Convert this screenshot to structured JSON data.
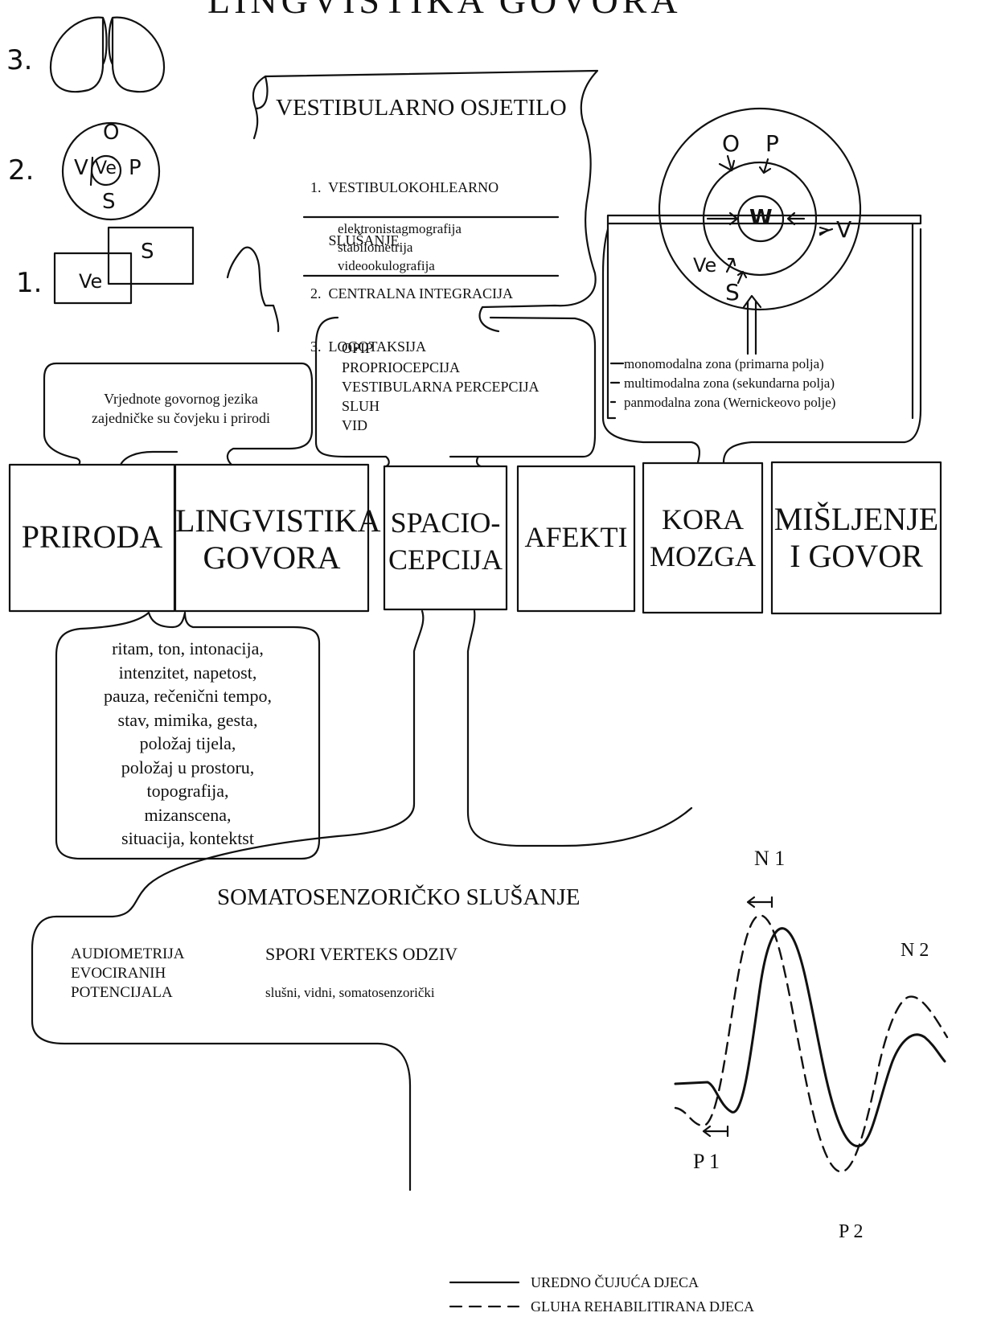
{
  "page_title_partial": "LINGVISTIKA GOVORA",
  "inset": {
    "label_3": "3.",
    "label_2": "2.",
    "label_1": "1.",
    "circle_top": "O",
    "circle_left": "V",
    "circle_center": "Ve",
    "circle_right": "P",
    "circle_bottom": "S",
    "box_ve": "Ve",
    "box_s": "S"
  },
  "vestibular": {
    "title": "VESTIBULARNO OSJETILO",
    "items": [
      "1.  VESTIBULOKOHLEARNO",
      "     SLUŠANJE",
      "2.  CENTRALNA INTEGRACIJA",
      "3.  LOGOTAKSIJA"
    ],
    "methods": [
      "elektronistagmografija",
      "stabilometrija",
      "videookulografija"
    ]
  },
  "perception_list": [
    "OPIP",
    "PROPRIOCEPCIJA",
    "VESTIBULARNA PERCEPCIJA",
    "SLUH",
    "VID"
  ],
  "values_note": [
    "Vrjednote govornog jezika",
    "zajedničke su čovjeku i prirodi"
  ],
  "cortex_diagram": {
    "outer_top_left": "O",
    "outer_top_right": "P",
    "center": "W",
    "right": "V",
    "left": "Ve",
    "bottom": "S",
    "zones": [
      "monomodalna zona (primarna polja)",
      "multimodalna zona  (sekundarna polja)",
      "panmodalna zona (Wernickeovo polje)"
    ]
  },
  "boxes": [
    {
      "label": "PRIRODA"
    },
    {
      "label": "LINGVISTIKA\nGOVORA"
    },
    {
      "label": "SPACIO-\nCEPCIJA"
    },
    {
      "label": "AFEKTI"
    },
    {
      "label": "KORA\nMOZGA"
    },
    {
      "label": "MIŠLJENJE\nI GOVOR"
    }
  ],
  "speech_values": [
    "ritam, ton, intonacija,",
    "intenzitet, napetost,",
    "pauza, rečenični tempo,",
    "stav, mimika, gesta,",
    "položaj tijela,",
    "položaj u prostoru,",
    "topografija,",
    "mizanscena,",
    "situacija,  kontektst"
  ],
  "somato": {
    "title": "SOMATOSENZORIČKO SLUŠANJE",
    "left": [
      "AUDIOMETRIJA",
      "EVOCIRANIH",
      "POTENCIJALA"
    ],
    "right_title": "SPORI VERTEKS ODZIV",
    "right_sub": "slušni, vidni, somatosenzorički"
  },
  "waveform": {
    "labels": {
      "n1": "N 1",
      "n2": "N 2",
      "p1": "P 1",
      "p2": "P 2"
    },
    "legend": [
      {
        "name": "UREDNO ČUJUĆA DJECA",
        "style": "solid"
      },
      {
        "name": "GLUHA REHABILITIRANA DJECA",
        "style": "dashed"
      }
    ]
  }
}
